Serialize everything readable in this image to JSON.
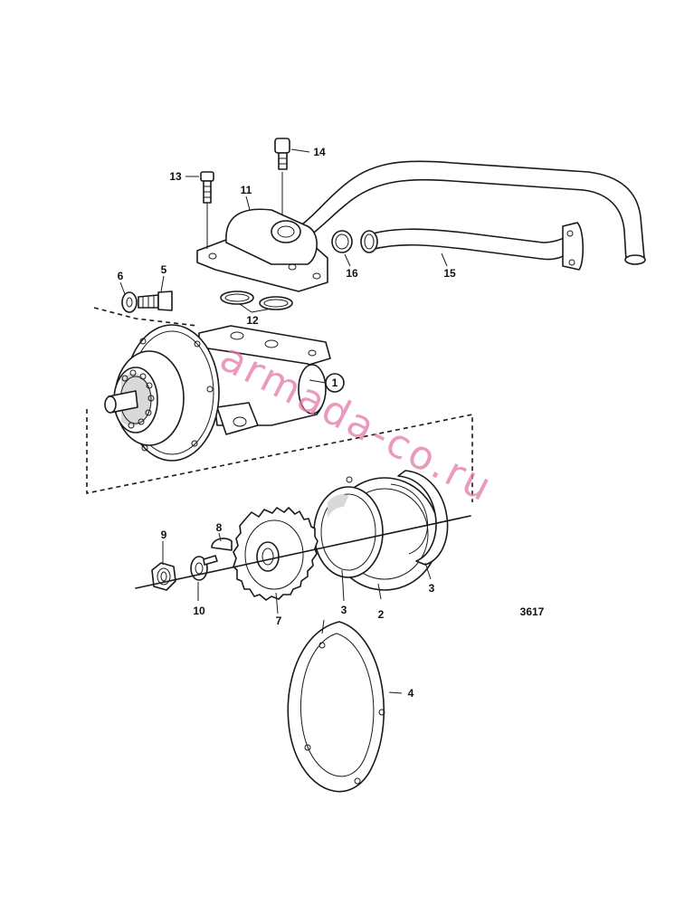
{
  "diagram": {
    "drawing_number": "3617",
    "watermark": "armada-co.ru",
    "callouts": [
      {
        "id": "1",
        "label": "1"
      },
      {
        "id": "2",
        "label": "2"
      },
      {
        "id": "3a",
        "label": "3"
      },
      {
        "id": "3b",
        "label": "3"
      },
      {
        "id": "4",
        "label": "4"
      },
      {
        "id": "5",
        "label": "5"
      },
      {
        "id": "6",
        "label": "6"
      },
      {
        "id": "7",
        "label": "7"
      },
      {
        "id": "8",
        "label": "8"
      },
      {
        "id": "9",
        "label": "9"
      },
      {
        "id": "10",
        "label": "10"
      },
      {
        "id": "11",
        "label": "11"
      },
      {
        "id": "12",
        "label": "12"
      },
      {
        "id": "13",
        "label": "13"
      },
      {
        "id": "14",
        "label": "14"
      },
      {
        "id": "15",
        "label": "15"
      },
      {
        "id": "16",
        "label": "16"
      }
    ]
  },
  "colors": {
    "line": "#1a1a1a",
    "background": "#ffffff",
    "watermark": "#e07aa8"
  }
}
